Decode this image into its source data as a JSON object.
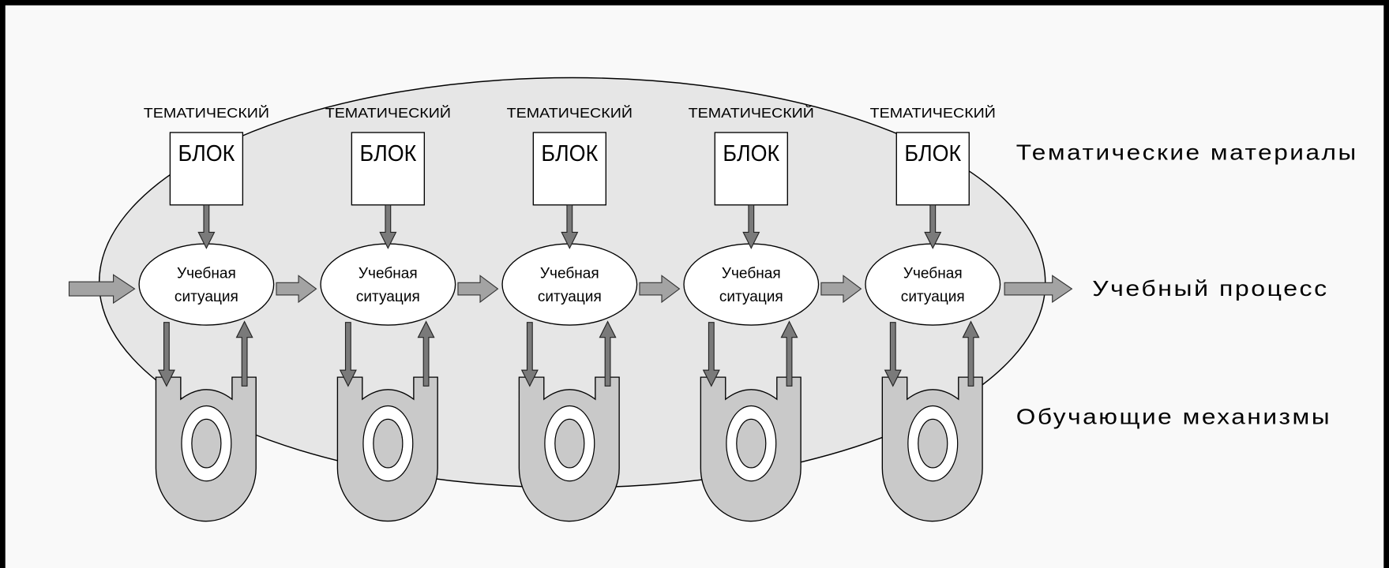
{
  "diagram": {
    "columns": [
      {
        "header": "ТЕМАТИЧЕСКИЙ",
        "box_label": "БЛОК",
        "situation": [
          "Учебная",
          "ситуация"
        ]
      },
      {
        "header": "ТЕМАТИЧЕСКИЙ",
        "box_label": "БЛОК",
        "situation": [
          "Учебная",
          "ситуация"
        ]
      },
      {
        "header": "ТЕМАТИЧЕСКИЙ",
        "box_label": "БЛОК",
        "situation": [
          "Учебная",
          "ситуация"
        ]
      },
      {
        "header": "ТЕМАТИЧЕСКИЙ",
        "box_label": "БЛОК",
        "situation": [
          "Учебная",
          "ситуация"
        ]
      },
      {
        "header": "ТЕМАТИЧЕСКИЙ",
        "box_label": "БЛОК",
        "situation": [
          "Учебная",
          "ситуация"
        ]
      }
    ],
    "labels": {
      "materials": "Тематические материалы",
      "process": "Учебный процесс",
      "mechanisms": "Обучающие механизмы"
    },
    "colors": {
      "background": "#f9f9f9",
      "frame": "#000000",
      "big_ellipse_fill": "#e6e6e6",
      "mechanism_fill": "#c9c9c9",
      "vertical_arrow_fill": "#7a7a7a",
      "flow_arrow_fill": "#a3a3a3",
      "node_fill": "#ffffff"
    }
  }
}
